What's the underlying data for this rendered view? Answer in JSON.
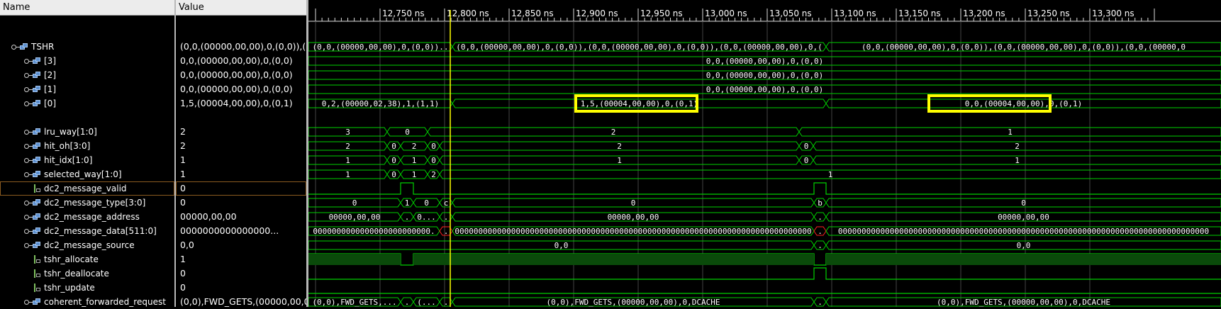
{
  "columns": {
    "name": "Name",
    "value": "Value"
  },
  "rows": [
    {
      "name": "TSHR",
      "value": "(0,0,(00000,00,00),0,(0,0)),(0,0,(00000,00,00),0,(0,0)),(0,0,(",
      "level": 0,
      "kind": "bus",
      "expander": "open",
      "row": 1
    },
    {
      "name": "[3]",
      "value": "0,0,(00000,00,00),0,(0,0)",
      "level": 1,
      "kind": "bus",
      "expander": "closed",
      "row": 2
    },
    {
      "name": "[2]",
      "value": "0,0,(00000,00,00),0,(0,0)",
      "level": 1,
      "kind": "bus",
      "expander": "closed",
      "row": 3
    },
    {
      "name": "[1]",
      "value": "0,0,(00000,00,00),0,(0,0)",
      "level": 1,
      "kind": "bus",
      "expander": "closed",
      "row": 4
    },
    {
      "name": "[0]",
      "value": "1,5,(00004,00,00),0,(0,1)",
      "level": 1,
      "kind": "bus",
      "expander": "closed",
      "row": 5
    },
    {
      "name": "lru_way[1:0]",
      "value": "2",
      "level": 1,
      "kind": "bus",
      "expander": "closed",
      "row": 7
    },
    {
      "name": "hit_oh[3:0]",
      "value": "2",
      "level": 1,
      "kind": "bus",
      "expander": "closed",
      "row": 8
    },
    {
      "name": "hit_idx[1:0]",
      "value": "1",
      "level": 1,
      "kind": "bus",
      "expander": "closed",
      "row": 9
    },
    {
      "name": "selected_way[1:0]",
      "value": "1",
      "level": 1,
      "kind": "bus",
      "expander": "closed",
      "row": 10
    },
    {
      "name": "dc2_message_valid",
      "value": "0",
      "level": 1,
      "kind": "bit",
      "row": 11,
      "selected": true
    },
    {
      "name": "dc2_message_type[3:0]",
      "value": "0",
      "level": 1,
      "kind": "bus",
      "expander": "closed",
      "row": 12
    },
    {
      "name": "dc2_message_address",
      "value": "00000,00,00",
      "level": 1,
      "kind": "bus",
      "expander": "closed",
      "row": 13
    },
    {
      "name": "dc2_message_data[511:0]",
      "value": "0000000000000000...",
      "level": 1,
      "kind": "bus",
      "expander": "closed",
      "row": 14
    },
    {
      "name": "dc2_message_source",
      "value": "0,0",
      "level": 1,
      "kind": "bus",
      "expander": "closed",
      "row": 15
    },
    {
      "name": "tshr_allocate",
      "value": "1",
      "level": 1,
      "kind": "bit",
      "row": 16
    },
    {
      "name": "tshr_deallocate",
      "value": "0",
      "level": 1,
      "kind": "bit",
      "row": 17
    },
    {
      "name": "tshr_update",
      "value": "0",
      "level": 1,
      "kind": "bit",
      "row": 18
    },
    {
      "name": "coherent_forwarded_request",
      "value": "(0,0),FWD_GETS,(00000,00,00),0,DCACHE",
      "level": 1,
      "kind": "bus",
      "expander": "closed",
      "row": 19
    }
  ],
  "timeline": {
    "ticks": [
      "12,750 ns",
      "12,800 ns",
      "12,850 ns",
      "12,900 ns",
      "12,950 ns",
      "13,000 ns",
      "13,050 ns",
      "13,100 ns",
      "13,150 ns",
      "13,200 ns",
      "13,250 ns",
      "13,300 ns"
    ],
    "cursor_color": "#ffff00",
    "wave_color": "#00d000",
    "highlight_color": "#ffff00"
  },
  "waves": {
    "tshr": [
      "(0,0,(00000,00,00),0,(0,0))...",
      "(0,0,(00000,00,00),0,(0,0)),(0,0,(00000,00,00),0,(0,0)),(0,0,(00000,00,00),0,(...",
      "(0,0,(00000,00,00),0,(0,0)),(0,0,(00000,00,00),0,(0,0)),(0,0,(00000,0"
    ],
    "w3": [
      "0,0,(00000,00,00),0,(0,0)"
    ],
    "w2": [
      "0,0,(00000,00,00),0,(0,0)"
    ],
    "w1": [
      "0,0,(00000,00,00),0,(0,0)"
    ],
    "w0": [
      "0,2,(00000,02,38),1,(1,1)",
      "1,5,(00004,00,00),0,(0,1)",
      "0,0,(00004,00,00),0,(0,1)"
    ],
    "lru": [
      "3",
      "0",
      "2",
      "1"
    ],
    "hitoh": [
      "2",
      "0",
      "2",
      "0",
      "2",
      "0",
      "2"
    ],
    "hitidx": [
      "1",
      "0",
      "1",
      "0",
      "1",
      "0",
      "1"
    ],
    "selway": [
      "1",
      "0",
      "1",
      "2",
      "1"
    ],
    "mtype": [
      "0",
      "1",
      "0",
      "c",
      "0",
      "b",
      "0"
    ],
    "maddr": [
      "00000,00,00",
      ".",
      "0...",
      ".",
      "00000,00,00",
      ".",
      "00000,00,00"
    ],
    "mdata": [
      "0000000000000000000000000...",
      "000000000000000000000000000000000000000000000000000000000000000000000000000000...",
      ".",
      "0000000000000000000000000000000000000000000000000000000000000000000000000000000"
    ],
    "msrc": [
      "0,0",
      ".",
      "0,0"
    ],
    "cfr": [
      "(0,0),FWD_GETS,...",
      ".",
      "(...",
      ".",
      "(0,0),FWD_GETS,(00000,00,00),0,DCACHE",
      ".",
      "(0,0),FWD_GETS,(00000,00,00),0,DCACHE"
    ]
  }
}
